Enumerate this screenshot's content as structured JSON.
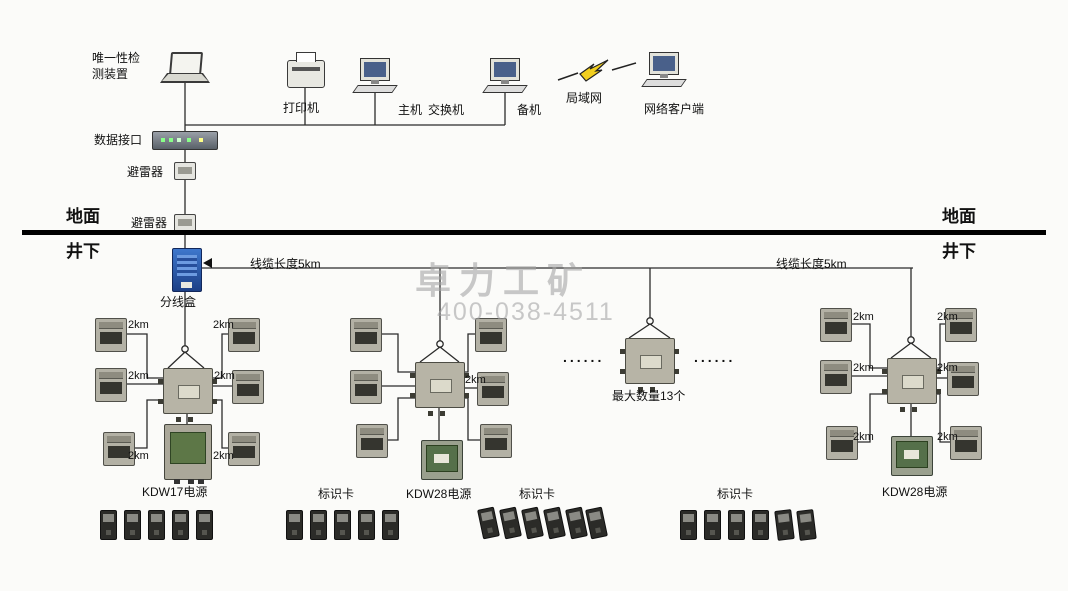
{
  "watermark": {
    "brand": "卓力工矿",
    "phone": "400-038-4511"
  },
  "surface": {
    "detector": "唯一性检测装置",
    "printer": "打印机",
    "host": "主机",
    "switch_label": "交换机",
    "backup": "备机",
    "lan": "局域网",
    "client": "网络客户端",
    "data_interface": "数据接口",
    "arrester": "避雷器",
    "ground": "地面",
    "underground": "井下"
  },
  "cable": {
    "junction_box": "分线盒",
    "length": "线缆长度5km",
    "segment": "2km",
    "dots": "......",
    "max_count": "最大数量13个"
  },
  "labels": {
    "kdw17": "KDW17电源",
    "kdw28": "KDW28电源",
    "tag_card": "标识卡"
  }
}
